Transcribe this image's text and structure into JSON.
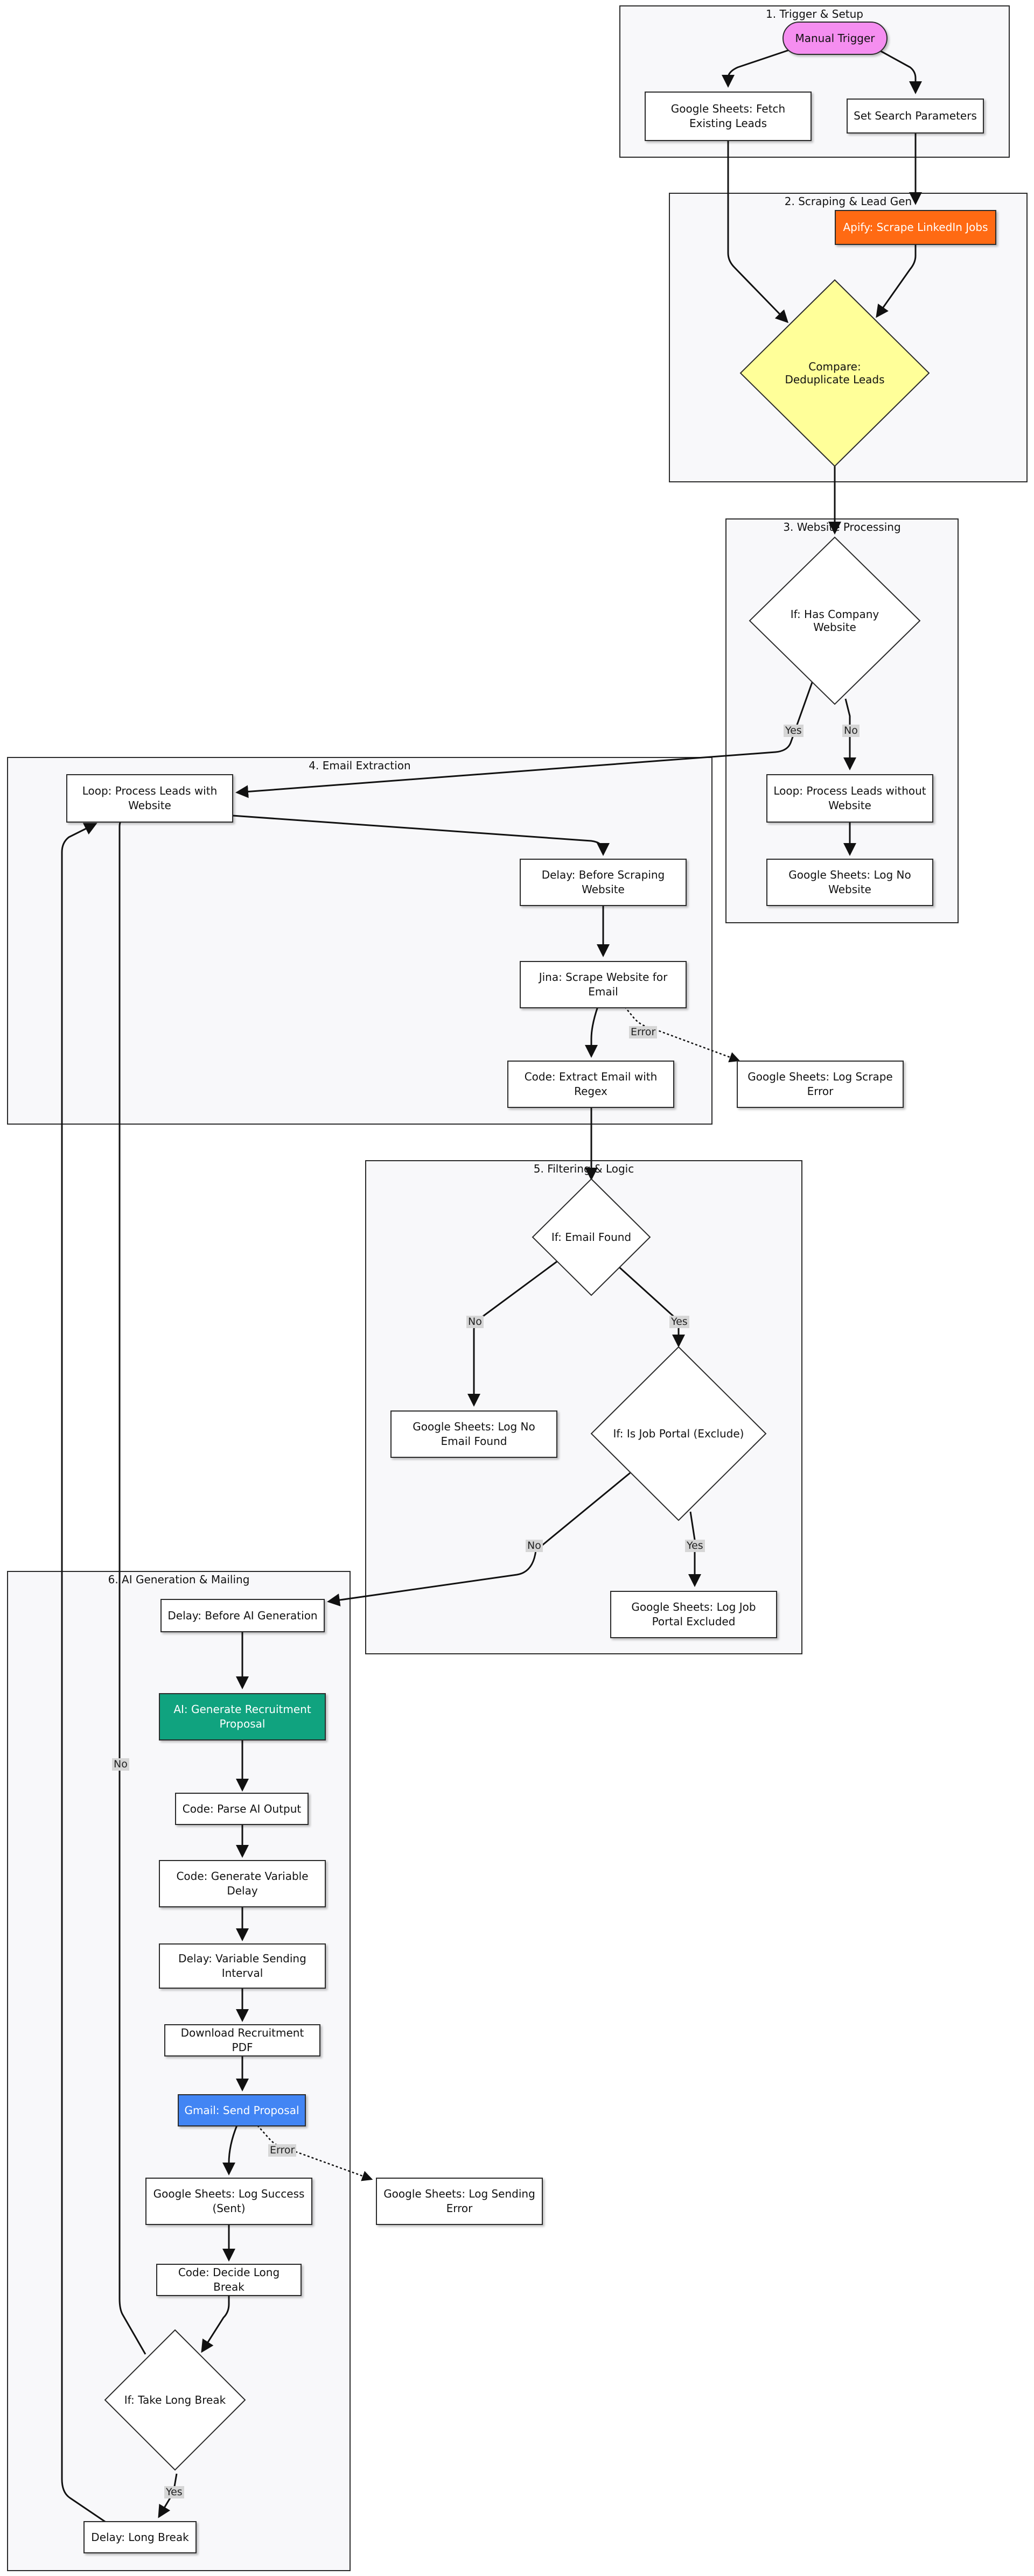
{
  "colors": {
    "cluster_bg": "#f8f8fa",
    "border": "#2b2b2b",
    "trigger": "#f58ef0",
    "apify": "#ff6a13",
    "compare": "#ffff99",
    "ai": "#10a37f",
    "gmail": "#4285f4",
    "edge_label_bg": "#d6d6d6"
  },
  "clusters": {
    "c1": "1. Trigger & Setup",
    "c2": "2. Scraping & Lead Gen",
    "c3": "3. Website Processing",
    "c4": "4. Email Extraction",
    "c5": "5. Filtering & Logic",
    "c6": "6. AI Generation & Mailing"
  },
  "nodes": {
    "manual_trigger": "Manual Trigger",
    "fetch_leads": "Google Sheets: Fetch Existing Leads",
    "search_params": "Set Search Parameters",
    "apify": "Apify: Scrape LinkedIn Jobs",
    "compare": "Compare: Deduplicate Leads",
    "has_website": "If: Has Company Website",
    "loop_no_site": "Loop: Process Leads without Website",
    "log_no_site": "Google Sheets: Log No Website",
    "loop_site": "Loop: Process Leads with Website",
    "delay_scrape": "Delay: Before Scraping Website",
    "jina": "Jina: Scrape Website for Email",
    "extract_email": "Code: Extract Email with Regex",
    "log_scrape_error": "Google Sheets: Log Scrape Error",
    "email_found": "If: Email Found",
    "log_no_email": "Google Sheets: Log No Email Found",
    "job_portal": "If: Is Job Portal (Exclude)",
    "log_portal": "Google Sheets: Log Job Portal Excluded",
    "delay_ai": "Delay: Before AI Generation",
    "ai_generate": "AI: Generate Recruitment Proposal",
    "parse_ai": "Code: Parse AI Output",
    "gen_delay": "Code: Generate Variable Delay",
    "var_delay": "Delay: Variable Sending Interval",
    "download_pdf": "Download Recruitment PDF",
    "gmail": "Gmail: Send Proposal",
    "log_success": "Google Sheets: Log Success (Sent)",
    "log_send_error": "Google Sheets: Log Sending Error",
    "decide_break": "Code: Decide Long Break",
    "long_break_q": "If: Take Long Break",
    "long_break": "Delay: Long Break"
  },
  "edge_labels": {
    "yes": "Yes",
    "no": "No",
    "error": "Error"
  }
}
